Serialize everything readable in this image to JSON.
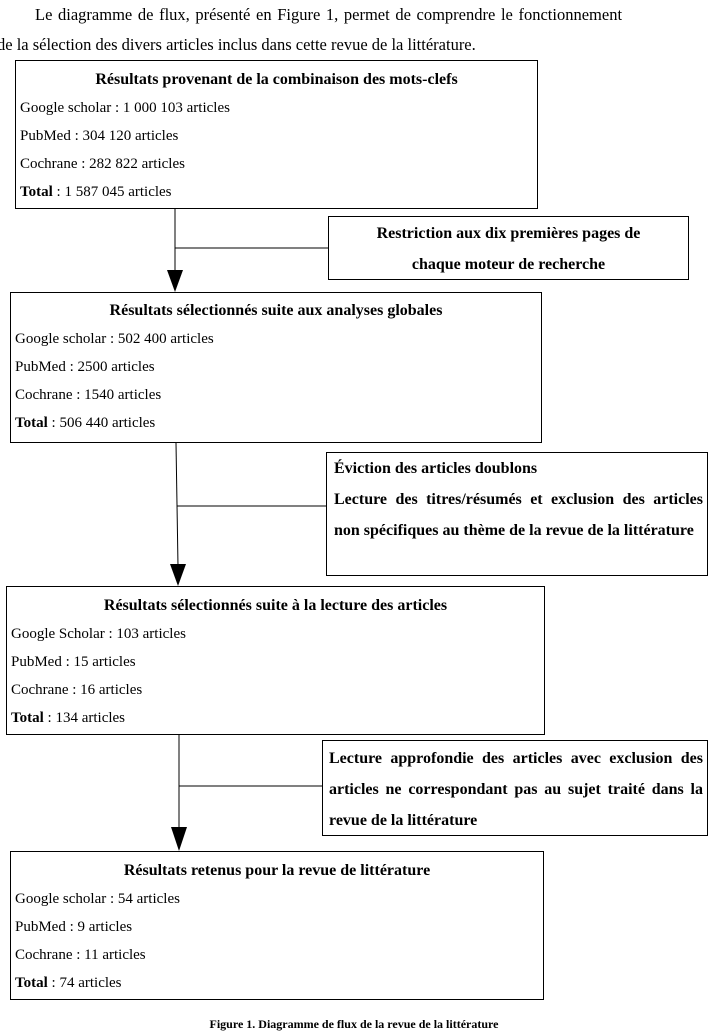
{
  "intro": {
    "line1": "Le diagramme de flux, présenté en Figure 1, permet de comprendre le fonctionnement",
    "line2": "de la sélection des divers articles inclus dans cette revue de la littérature."
  },
  "flow": {
    "box1": {
      "title": "Résultats provenant de la combinaison des mots-clefs",
      "lines": [
        "Google scholar : 1 000 103 articles",
        "PubMed : 304 120 articles",
        "Cochrane : 282 822 articles"
      ],
      "total_label": "Total",
      "total_value": " : 1 587 045 articles"
    },
    "note1": {
      "lines": [
        "Restriction aux dix premières pages de",
        "chaque moteur de recherche"
      ]
    },
    "box2": {
      "title": "Résultats sélectionnés suite aux analyses globales",
      "lines": [
        "Google scholar : 502 400 articles",
        "PubMed : 2500 articles",
        "Cochrane : 1540 articles"
      ],
      "total_label": "Total",
      "total_value": " : 506 440 articles"
    },
    "note2": {
      "lines": [
        "Éviction des articles doublons",
        "Lecture des titres/résumés et exclusion des articles non spécifiques au thème de la revue de la littérature"
      ]
    },
    "box3": {
      "title": "Résultats sélectionnés suite à la lecture des articles",
      "lines": [
        "Google Scholar : 103 articles",
        "PubMed : 15 articles",
        "Cochrane : 16 articles"
      ],
      "total_label": "Total",
      "total_value": " : 134 articles"
    },
    "note3": {
      "lines": [
        "Lecture approfondie des articles avec exclusion des articles ne correspondant pas au sujet traité dans la revue de la littérature"
      ]
    },
    "box4": {
      "title": "Résultats retenus pour la revue de littérature",
      "lines": [
        "Google scholar : 54 articles",
        "PubMed : 9 articles",
        "Cochrane : 11 articles"
      ],
      "total_label": "Total",
      "total_value": " : 74 articles"
    }
  },
  "caption": "Figure 1. Diagramme de flux de la revue de la littérature"
}
